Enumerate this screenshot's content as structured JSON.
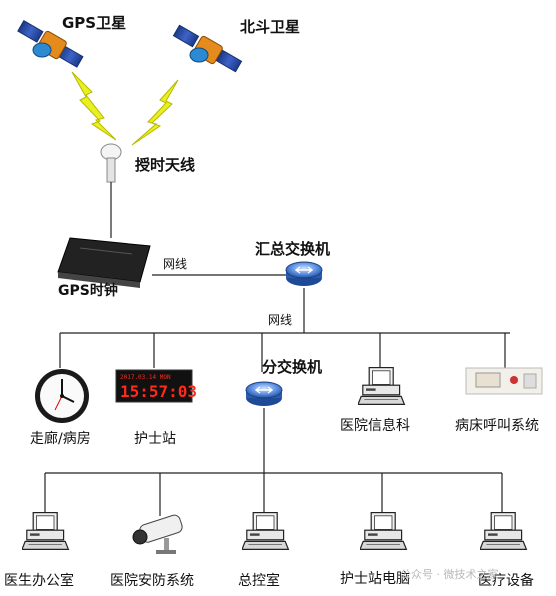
{
  "nodes": {
    "gps_satellite": "GPS卫星",
    "beidou_satellite": "北斗卫星",
    "antenna": "授时天线",
    "gps_clock": "GPS时钟",
    "core_switch": "汇总交换机",
    "dist_switch": "分交换机",
    "corridor": "走廊/病房",
    "nurse_station": "护士站",
    "med_info": "医院信息科",
    "bed_call": "病床呼叫系统",
    "doctor_office": "医生办公室",
    "security": "医院安防系统",
    "control_room": "总控室",
    "nurse_pc": "护士站电脑",
    "med_equipment": "医疗设备"
  },
  "links": {
    "net1": "网线",
    "net2": "网线"
  },
  "clock_display": "15:57:03",
  "clock_display_top": "2017.03.14 MON",
  "watermark": "公众号 · 微技术之家",
  "colors": {
    "lightning": "#e8f020",
    "panel": "#2c4a9a",
    "switch": "#3a6fc4",
    "led": "#ff2a1a"
  }
}
